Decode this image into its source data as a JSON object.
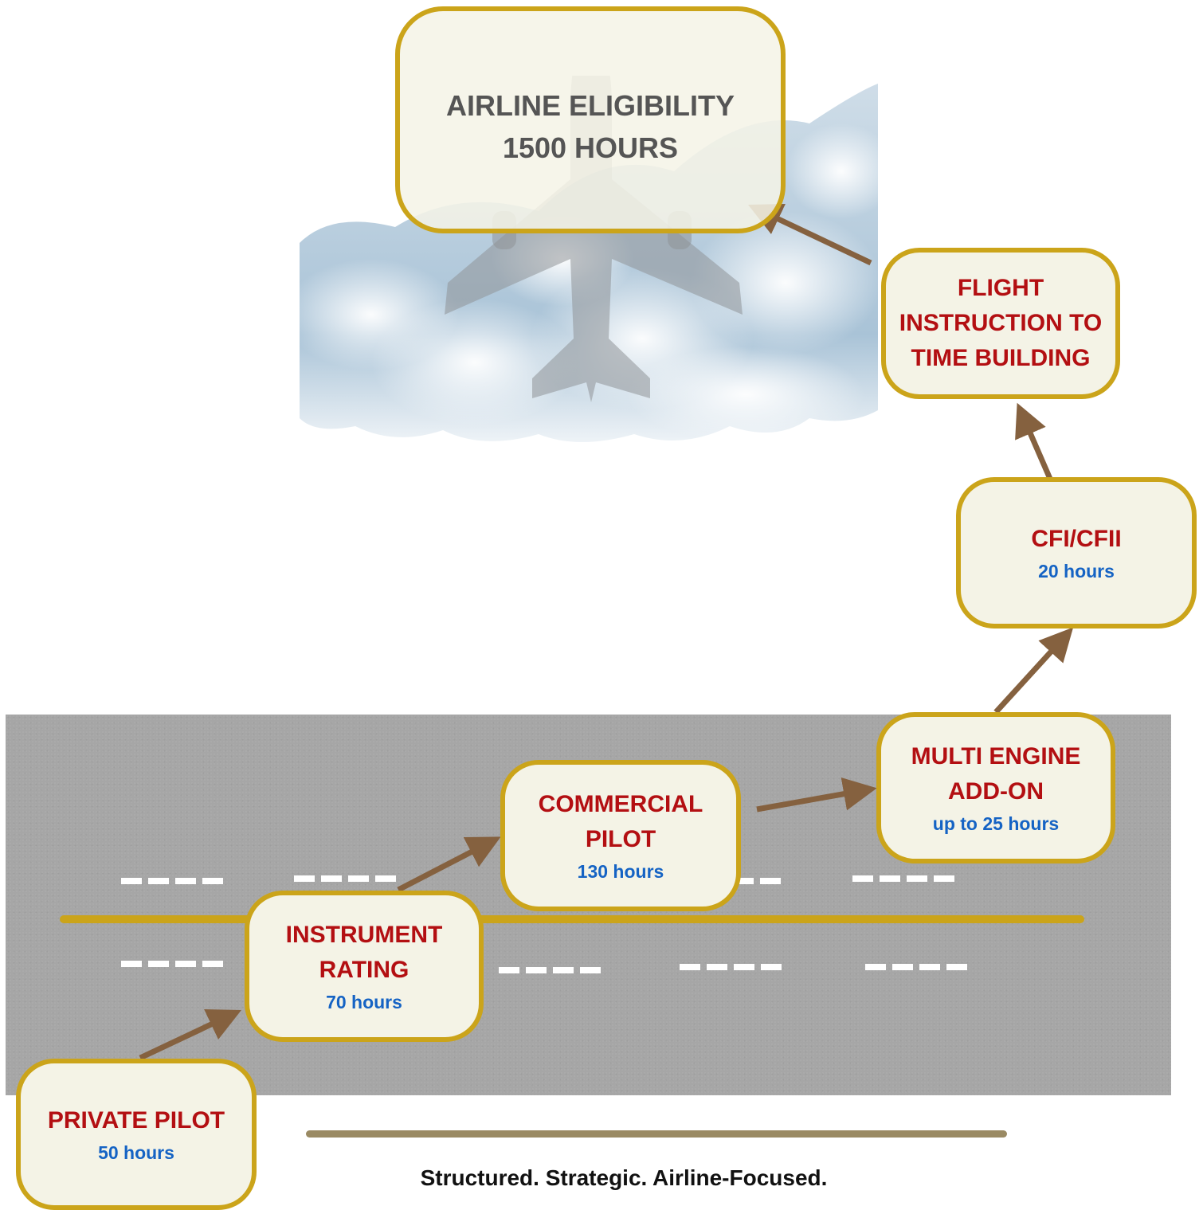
{
  "colors": {
    "box_fill": "#f4f3e6",
    "box_border": "#cba41a",
    "title_red": "#b30f12",
    "hours_blue": "#1563c4",
    "arrow_brown": "#85613f",
    "runway_gray": "#a6a6a6",
    "centerline_gold": "#cba41a",
    "divider": "#9a8a63"
  },
  "goal": {
    "title": "AIRLINE ELIGIBILITY",
    "hours": "1500 HOURS"
  },
  "stages": {
    "private": {
      "title": "PRIVATE PILOT",
      "hours": "50 hours"
    },
    "instrument": {
      "title1": "INSTRUMENT",
      "title2": "RATING",
      "hours": "70 hours"
    },
    "commercial": {
      "title1": "COMMERCIAL",
      "title2": "PILOT",
      "hours": "130 hours"
    },
    "multi": {
      "title1": "MULTI ENGINE",
      "title2": "ADD-ON",
      "hours": "up to 25 hours"
    },
    "cfi": {
      "title": "CFI/CFII",
      "hours": "20 hours"
    },
    "instruction": {
      "title1": "FLIGHT",
      "title2": "INSTRUCTION TO",
      "title3": "TIME BUILDING"
    }
  },
  "tagline": "Structured. Strategic. Airline-Focused."
}
